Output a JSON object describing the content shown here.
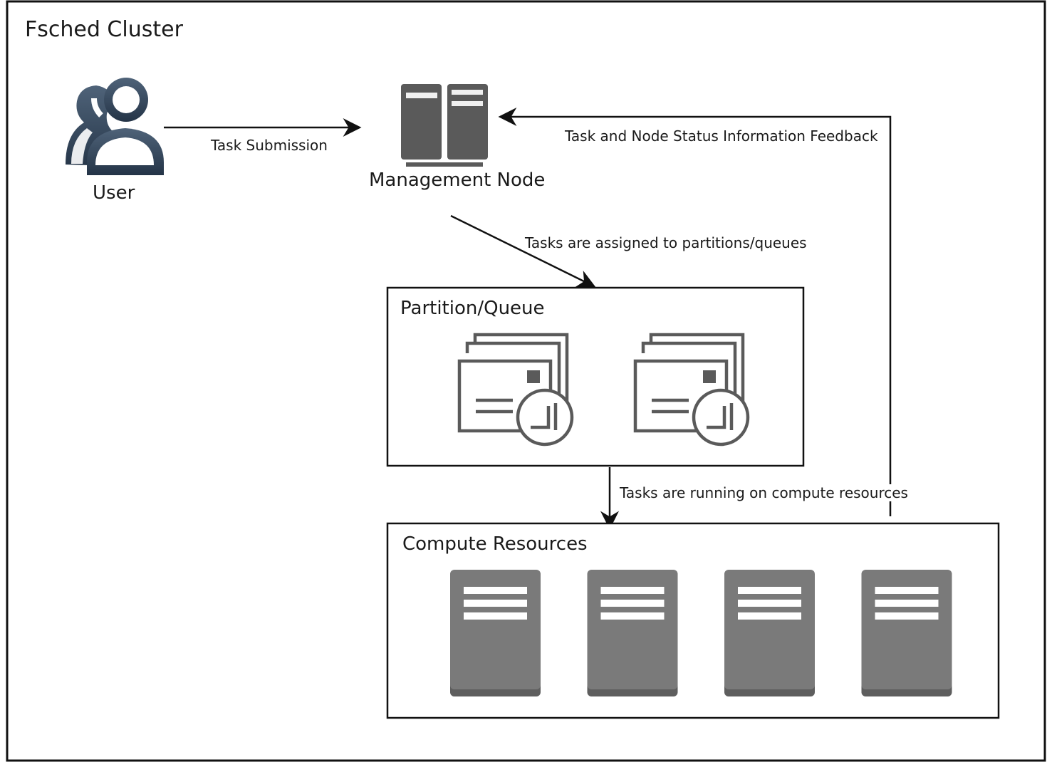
{
  "cluster": {
    "title": "Fsched Cluster"
  },
  "nodes": {
    "user": {
      "label": "User",
      "icon": "users-icon",
      "color": "#2e4057"
    },
    "management": {
      "label": "Management Node",
      "icon": "server-rack-icon",
      "color": "#555555"
    },
    "partition": {
      "title": "Partition/Queue",
      "icon": "queue-jobs-icon",
      "count": 2
    },
    "compute": {
      "title": "Compute Resources",
      "icon": "server-icon",
      "count": 4,
      "color": "#7a7a7a"
    }
  },
  "edges": {
    "submission": "Task Submission",
    "assign": "Tasks are assigned to partitions/queues",
    "running": "Tasks are running on compute resources",
    "feedback": "Task and Node Status Information Feedback"
  }
}
